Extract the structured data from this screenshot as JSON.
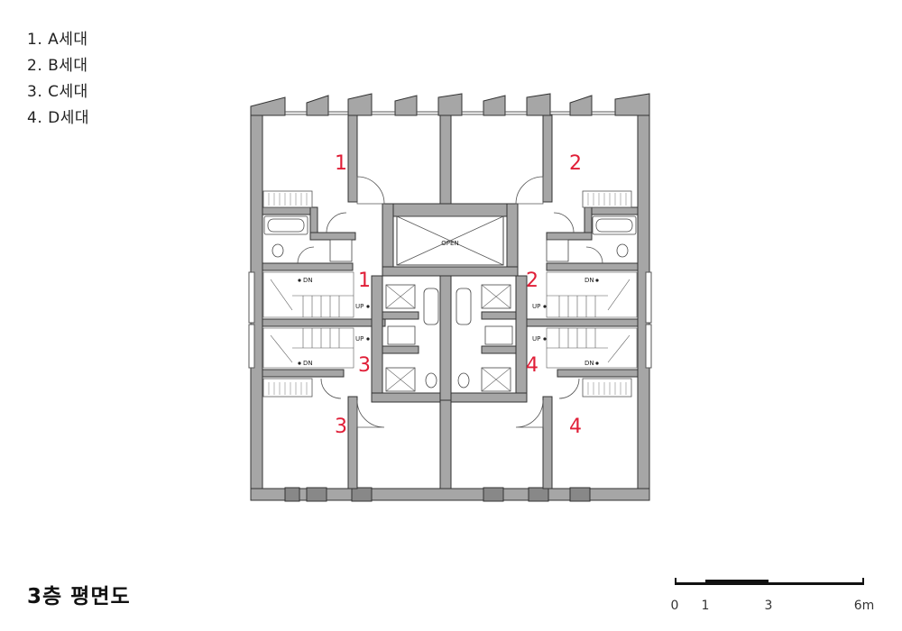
{
  "legend": [
    {
      "label": "1. A세대"
    },
    {
      "label": "2. B세대"
    },
    {
      "label": "3. C세대"
    },
    {
      "label": "4. D세대"
    }
  ],
  "title": "3층 평면도",
  "plan": {
    "open_label": "OPEN",
    "dn_label": "DN",
    "up_label": "UP",
    "unit_numbers": {
      "a": "1",
      "b": "2",
      "c": "3",
      "d": "4"
    }
  },
  "scale_bar": {
    "labels": [
      "0",
      "1",
      "3",
      "6m"
    ]
  },
  "colors": {
    "wall": "#a6a6a6",
    "line": "#333333",
    "unit_number": "#e01e37"
  }
}
